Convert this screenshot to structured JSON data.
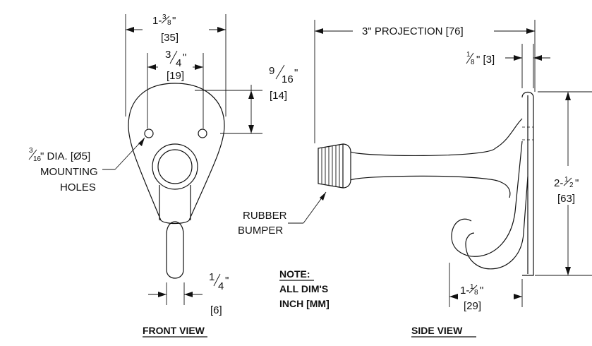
{
  "front_view": {
    "title": "FRONT VIEW",
    "dim_overall_width": {
      "whole": "1-",
      "num": "3",
      "den": "8",
      "unit": "\"",
      "metric": "[35]"
    },
    "dim_hole_spacing": {
      "num": "3",
      "den": "4",
      "unit": "\"",
      "metric": "[19]"
    },
    "dim_hole_offset": {
      "num": "9",
      "den": "16",
      "unit": "\"",
      "metric": "[14]"
    },
    "dim_arm_width": {
      "num": "1",
      "den": "4",
      "unit": "\"",
      "metric": "[6]"
    },
    "callout_holes": {
      "num": "3",
      "den": "16",
      "line1": "\" DIA. [Ø5]",
      "line2": "MOUNTING",
      "line3": "HOLES"
    }
  },
  "side_view": {
    "title": "SIDE VIEW",
    "dim_projection": "3\" PROJECTION [76]",
    "dim_plate_thickness": {
      "num": "1",
      "den": "8",
      "unit": "\" [3]"
    },
    "dim_height": {
      "whole": "2-",
      "num": "1",
      "den": "2",
      "unit": "\"",
      "metric": "[63]"
    },
    "dim_hook_depth": {
      "whole": "1-",
      "num": "1",
      "den": "8",
      "unit": "\"",
      "metric": "[29]"
    },
    "callout_bumper": {
      "line1": "RUBBER",
      "line2": "BUMPER"
    }
  },
  "note": {
    "title": "NOTE:",
    "line1": "ALL DIM'S",
    "line2": "INCH [MM]"
  }
}
